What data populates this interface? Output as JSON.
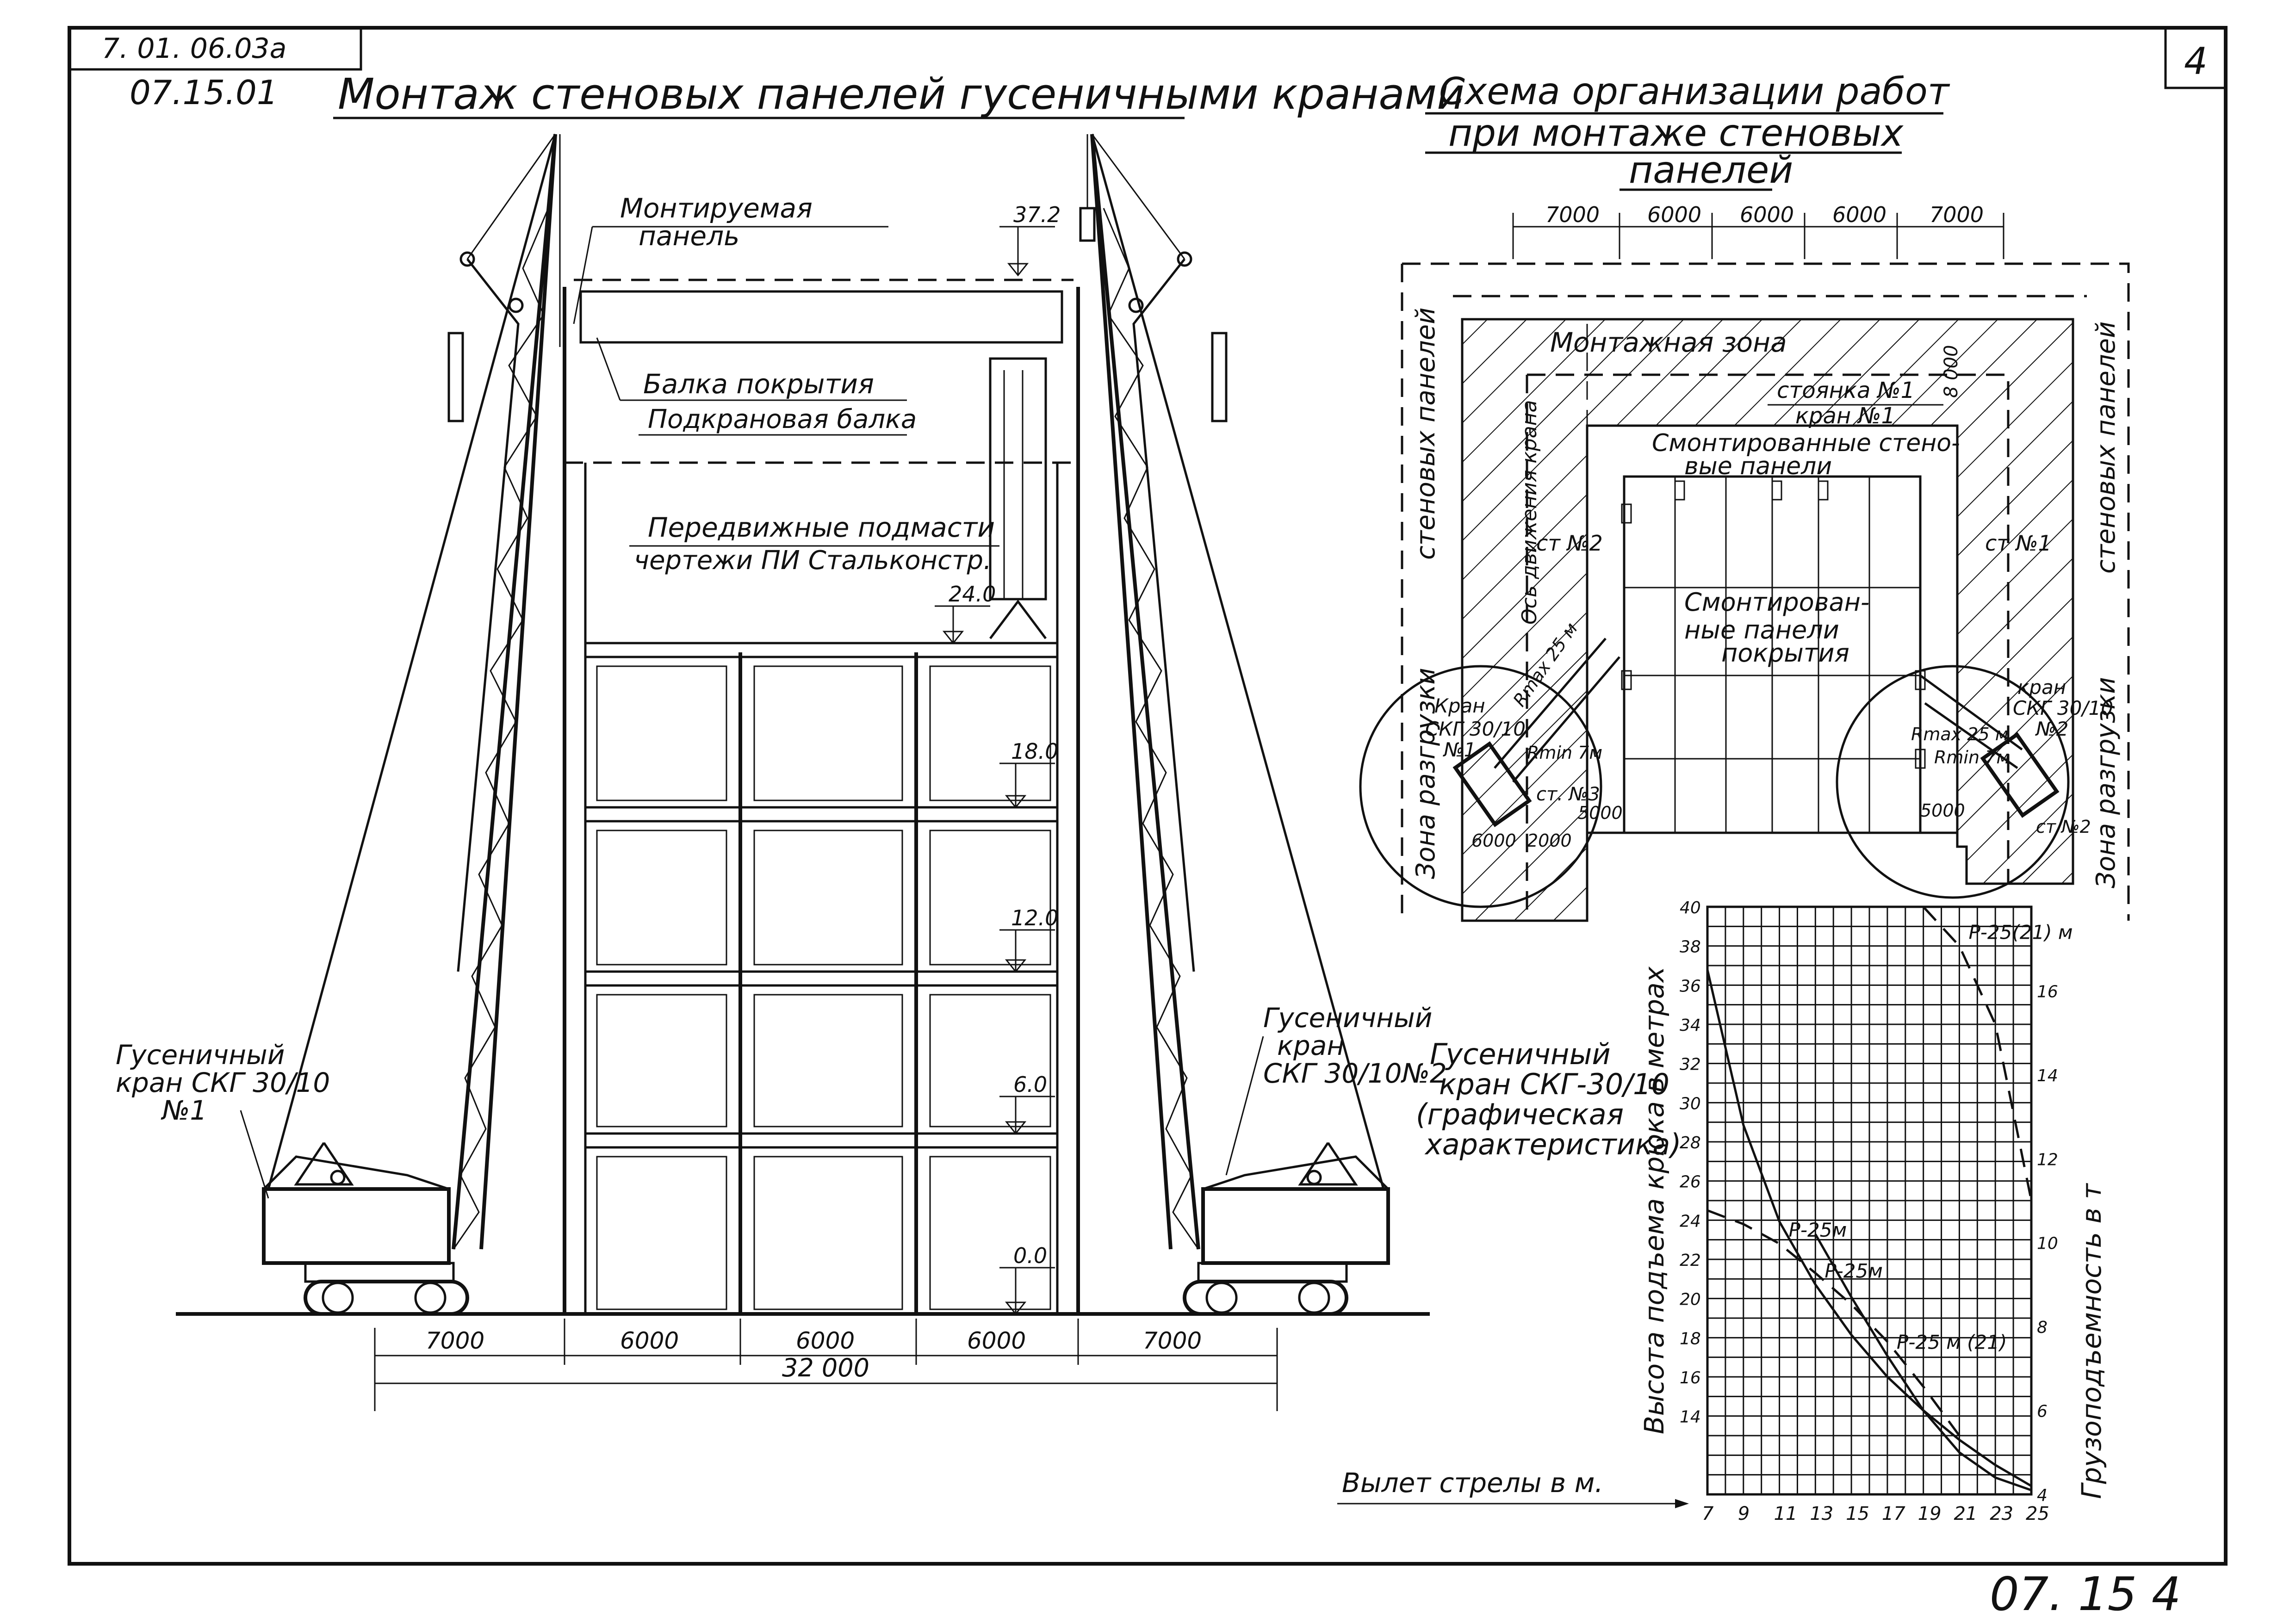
{
  "stamp": {
    "code": "7. 01. 06.03а",
    "sheet_code": "07.15.01",
    "page": "4",
    "footer": "07. 15  4"
  },
  "section": {
    "title": "Монтаж стеновых панелей гусеничными кранами",
    "labels": {
      "mounted_panel_1": "Монтируемая",
      "mounted_panel_2": "панель",
      "roof_beam": "Балка   покрытия",
      "crane_beam": "Подкрановая балка",
      "scaffold_1": "Передвижные подмасти",
      "scaffold_2": "чертежи ПИ Стальконстр.",
      "crane_left_1": "Гусеничный",
      "crane_left_2": "кран СКГ 30/10",
      "crane_left_3": "№1",
      "crane_right_1": "Гусеничный",
      "crane_right_2": "кран",
      "crane_right_3": "СКГ 30/10№2"
    },
    "levels": [
      "37.2",
      "24.0",
      "18.0",
      "12.0",
      "6.0",
      "0.0"
    ],
    "spans": [
      "7000",
      "6000",
      "6000",
      "6000",
      "7000"
    ],
    "total": "32 000"
  },
  "plan": {
    "title_1": "Схема   организации   работ",
    "title_2": "при  монтаже   стеновых",
    "title_3": "панелей",
    "spans": [
      "7000",
      "6000",
      "6000",
      "6000",
      "7000"
    ],
    "labels": {
      "zone": "Монтажная   зона",
      "stop1_a": "стоянка №1",
      "stop1_b": "кран №1",
      "dim_8000": "8 000",
      "mounted_walls_1": "Смонтированные стено-",
      "mounted_walls_2": "вые  панели",
      "mounted_roof_1": "Смонтирован-",
      "mounted_roof_2": "ные панели",
      "mounted_roof_3": "покрытия",
      "st2": "ст №2",
      "st1": "ст №1",
      "st3": "ст. №3",
      "axis": "Ось движения крана",
      "left_vert_1": "стеновых   панелей",
      "left_vert_2": "Зона   разгрузки",
      "right_vert_1": "стеновых панелей",
      "right_vert_2": "Зона  разгрузки",
      "crane_l_1": "Кран",
      "crane_l_2": "СКГ 30/10",
      "crane_l_3": "№1",
      "crane_r_1": "кран",
      "crane_r_2": "СКГ 30/10",
      "crane_r_3": "№2",
      "rmax_l": "Rmax 25 м",
      "rmin_l": "Rmin 7м",
      "rmax_r": "Rmax 25 м",
      "rmin_r": "Rmin 7м",
      "d5000_l": "5000",
      "d6000_l": "6000",
      "d2000_l": "2000",
      "d5000_r": "5000",
      "st2_r": "ст №2"
    }
  },
  "chart_title": {
    "line1": "Гусеничный",
    "line2": "кран СКГ-30/10",
    "line3": "(графическая",
    "line4": "характеристика)"
  },
  "chart_data": {
    "type": "line",
    "xlabel": "Вылет  стрелы  в  м.",
    "ylabel_left": "Высота    подъема  крюка  в метрах",
    "ylabel_right": "Грузоподъемность  в т",
    "x_ticks": [
      "7",
      "9",
      "11",
      "13",
      "15",
      "17",
      "19",
      "21",
      "23",
      "25"
    ],
    "y_left_ticks": [
      "14",
      "16",
      "18",
      "20",
      "22",
      "24",
      "26",
      "28",
      "30",
      "32",
      "34",
      "36",
      "38",
      "40"
    ],
    "y_right_ticks": [
      "4",
      "6",
      "8",
      "10",
      "12",
      "14",
      "16"
    ],
    "xlim": [
      7,
      25
    ],
    "ylim_left": [
      10,
      40
    ],
    "ylim_right": [
      4,
      18
    ],
    "series": [
      {
        "name": "Р-25м",
        "axis": "left",
        "style": "dashed",
        "x": [
          7,
          9,
          11,
          13,
          15,
          17,
          19,
          21
        ],
        "y": [
          24.5,
          23.8,
          22.8,
          21.3,
          19.7,
          17.8,
          15.5,
          13.0
        ]
      },
      {
        "name": "Р-25(21) м",
        "axis": "left",
        "style": "dashed",
        "x": [
          19,
          21,
          23,
          25
        ],
        "y": [
          40,
          38,
          34,
          25
        ]
      },
      {
        "name": "Р-25м",
        "axis": "right",
        "style": "solid",
        "x": [
          7,
          9,
          11,
          13,
          15,
          17,
          19,
          21,
          23,
          25
        ],
        "y": [
          16.5,
          12.8,
          10.5,
          9.0,
          7.8,
          6.8,
          6.0,
          5.3,
          4.7,
          4.2
        ]
      },
      {
        "name": "Р-25 м (21)",
        "axis": "right",
        "style": "solid",
        "x": [
          13,
          15,
          17,
          19,
          21,
          23,
          25
        ],
        "y": [
          10.2,
          8.7,
          7.3,
          6.0,
          5.0,
          4.4,
          4.1
        ]
      }
    ]
  }
}
